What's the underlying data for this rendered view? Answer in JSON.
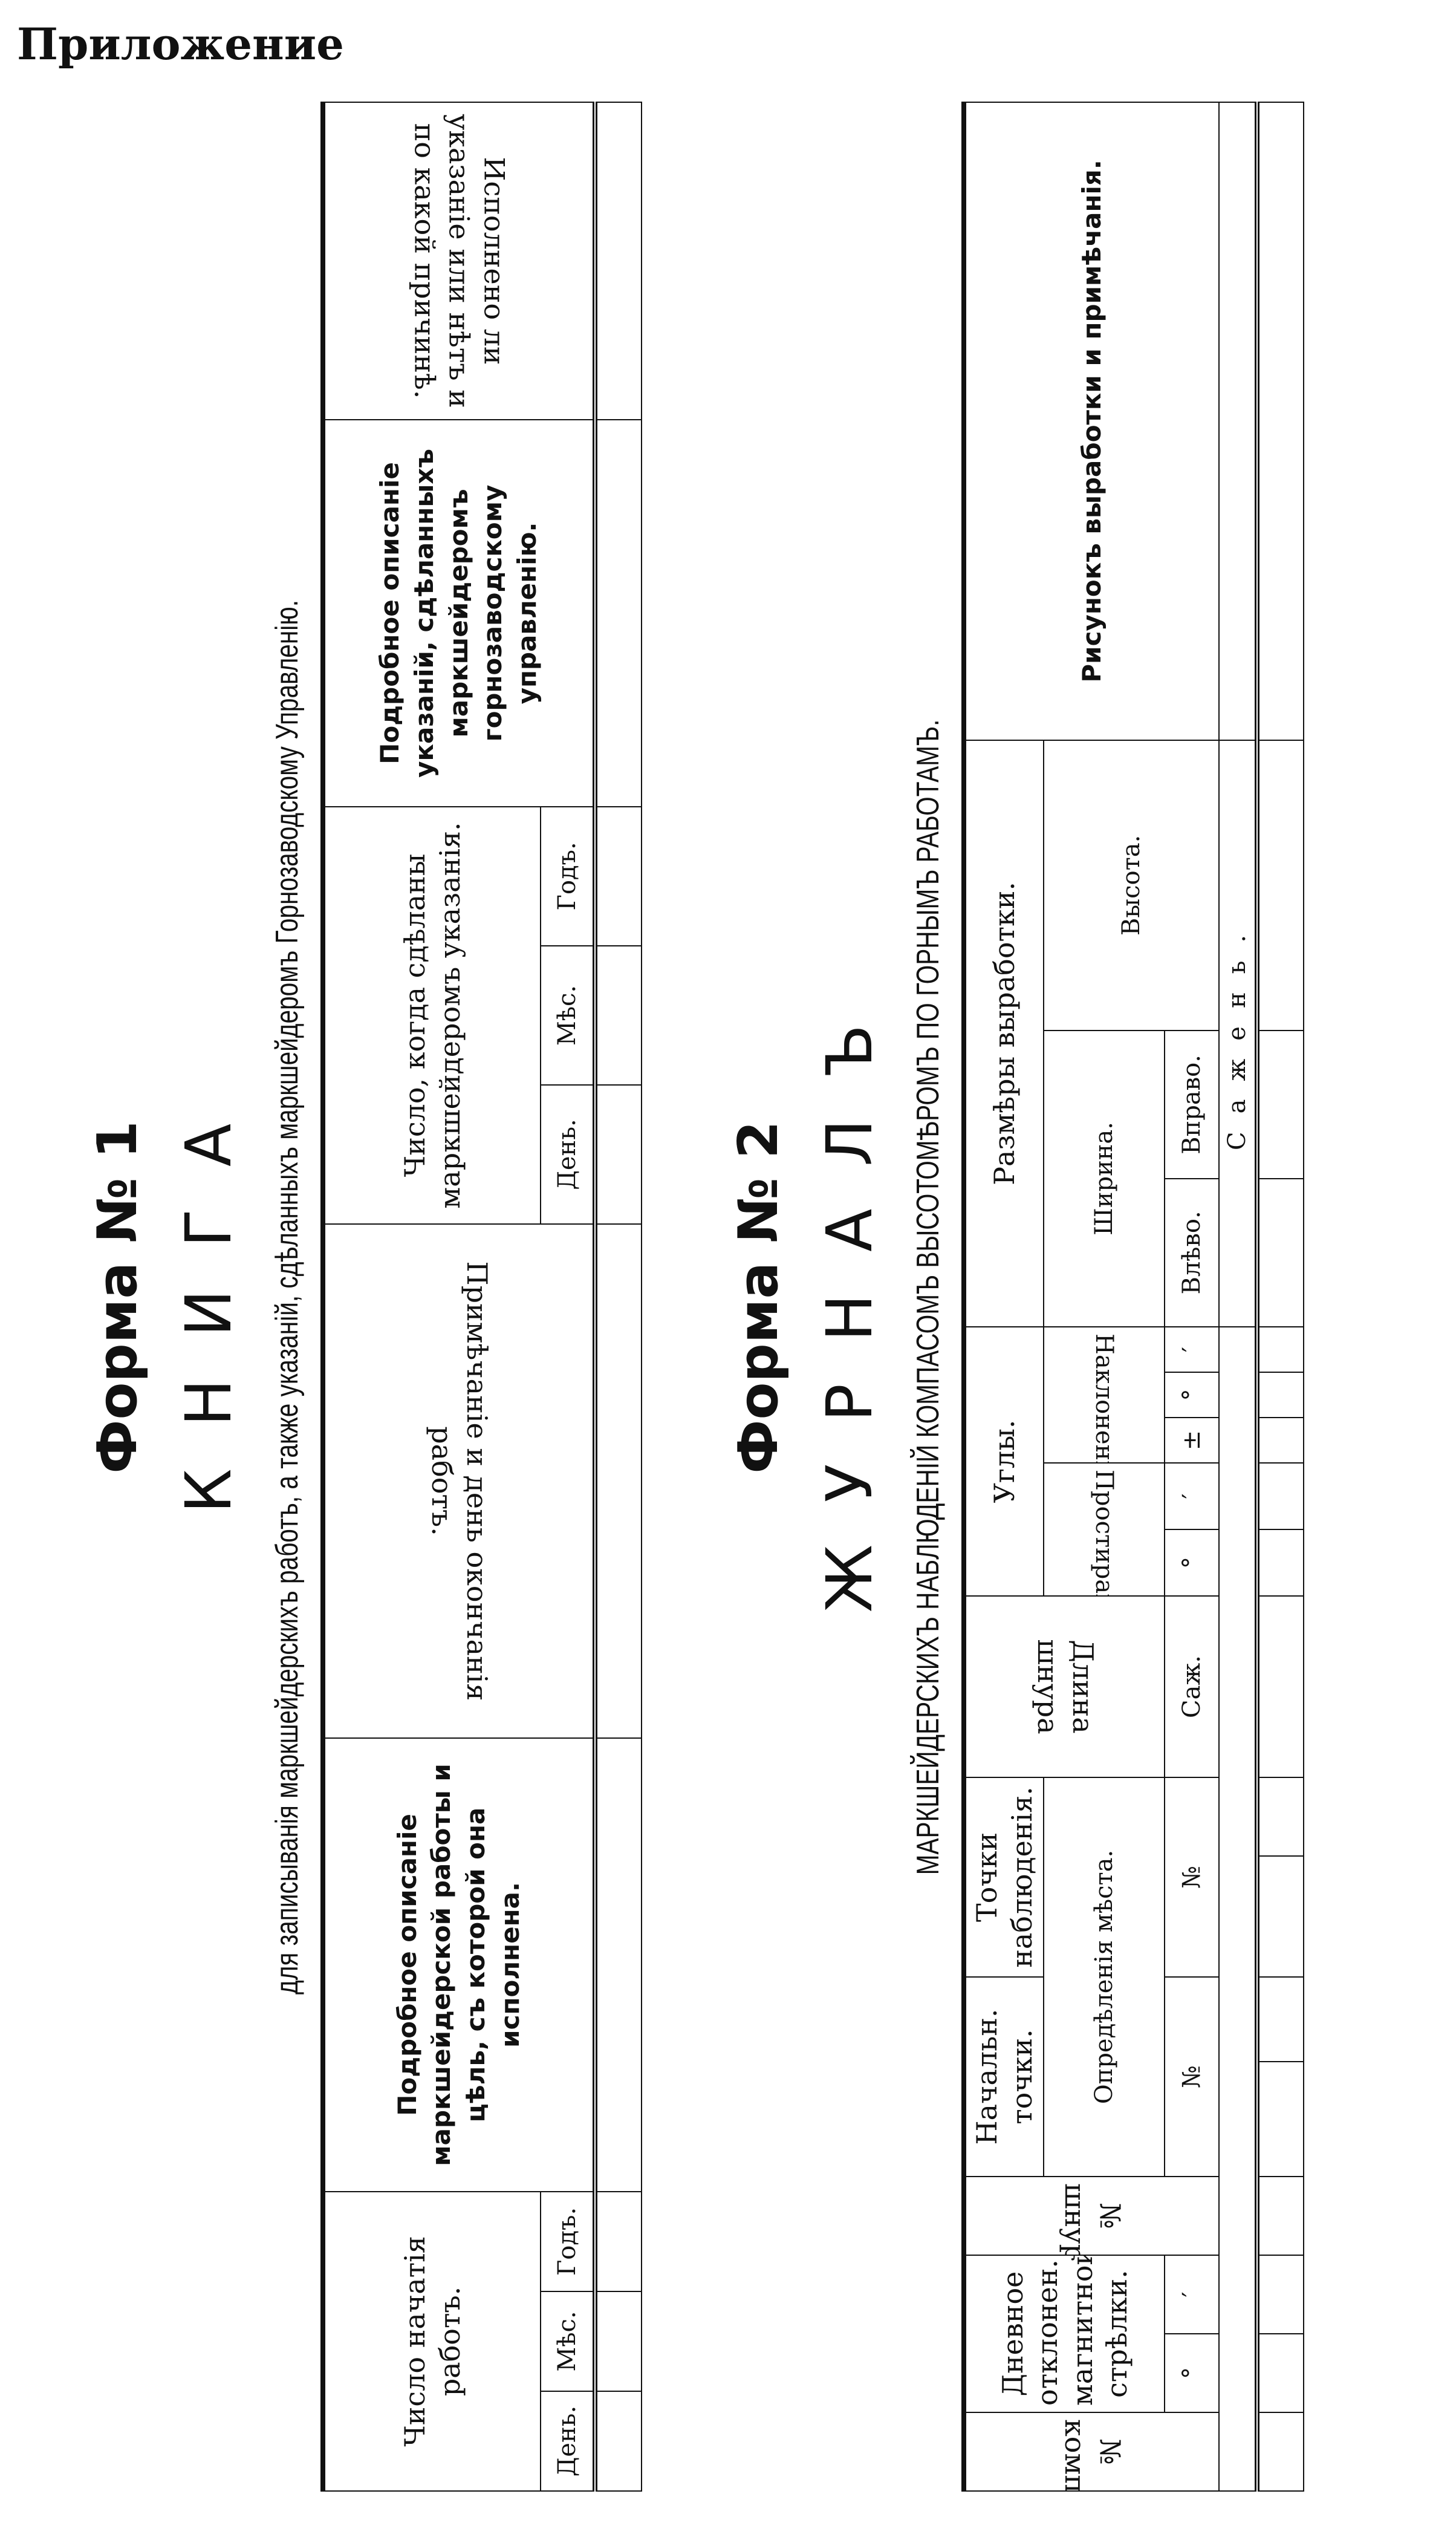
{
  "app_title": "Приложение",
  "form1": {
    "form_no": "Форма № 1",
    "book_title": "КНИГА",
    "subtitle": "для записыванія маркшейдерскихъ работъ, а также указаній, сдѣланныхъ маркшейдеромъ Горнозаводскому Управленію.",
    "columns": {
      "start_date": "Число начатія работъ.",
      "day": "День.",
      "month": "Мѣс.",
      "year": "Годъ.",
      "work_desc": "Подробное описаніе маркшейдерской работы и цѣль, съ которой она исполнена.",
      "notes": "Примѣчаніе и день окончанія работъ.",
      "instr_date": "Число, когда сдѣланы маркшейдеромъ указанія.",
      "instr_day": "День.",
      "instr_month": "Мѣс.",
      "instr_year": "Годъ.",
      "instr_desc": "Подробное описаніе указаній, сдѣланныхъ маркшейдеромъ горнозаводскому управленію.",
      "fulfilment": "Исполнено ли указаніе или нѣтъ и по какой причинѣ."
    }
  },
  "form2": {
    "form_no": "Форма № 2",
    "journal_title": "ЖУРНАЛЪ",
    "subtitle": "МАРКШЕЙДЕРСКИХЪ НАБЛЮДЕНІЙ КОМПАСОМЪ ВЫСОТОМѢРОМЪ ПО ГОРНЫМЪ РАБОТАМЪ.",
    "columns": {
      "compass_no": "№ компаса.",
      "declination": "Дневное отклонен. магнитной стрѣлки.",
      "deg": "°",
      "min": "′",
      "cord_no": "№ шнура.",
      "start_point": "Начальн. точки.",
      "obs_point": "Точки наблюденія.",
      "place_def": "Опредѣленія мѣста.",
      "no": "№",
      "cord_length": "Длина шнура",
      "sazh": "Саж.",
      "angles": "Углы.",
      "strike": "Простиранія.",
      "dip": "Наклоненія.",
      "plusminus": "±",
      "dims": "Размѣры выработки.",
      "width": "Ширина.",
      "left": "Влѣво.",
      "right": "Вправо.",
      "height": "Высота.",
      "sazhen": "Сажень.",
      "sketch": "Рисунокъ выработки и примѣчанія."
    }
  }
}
